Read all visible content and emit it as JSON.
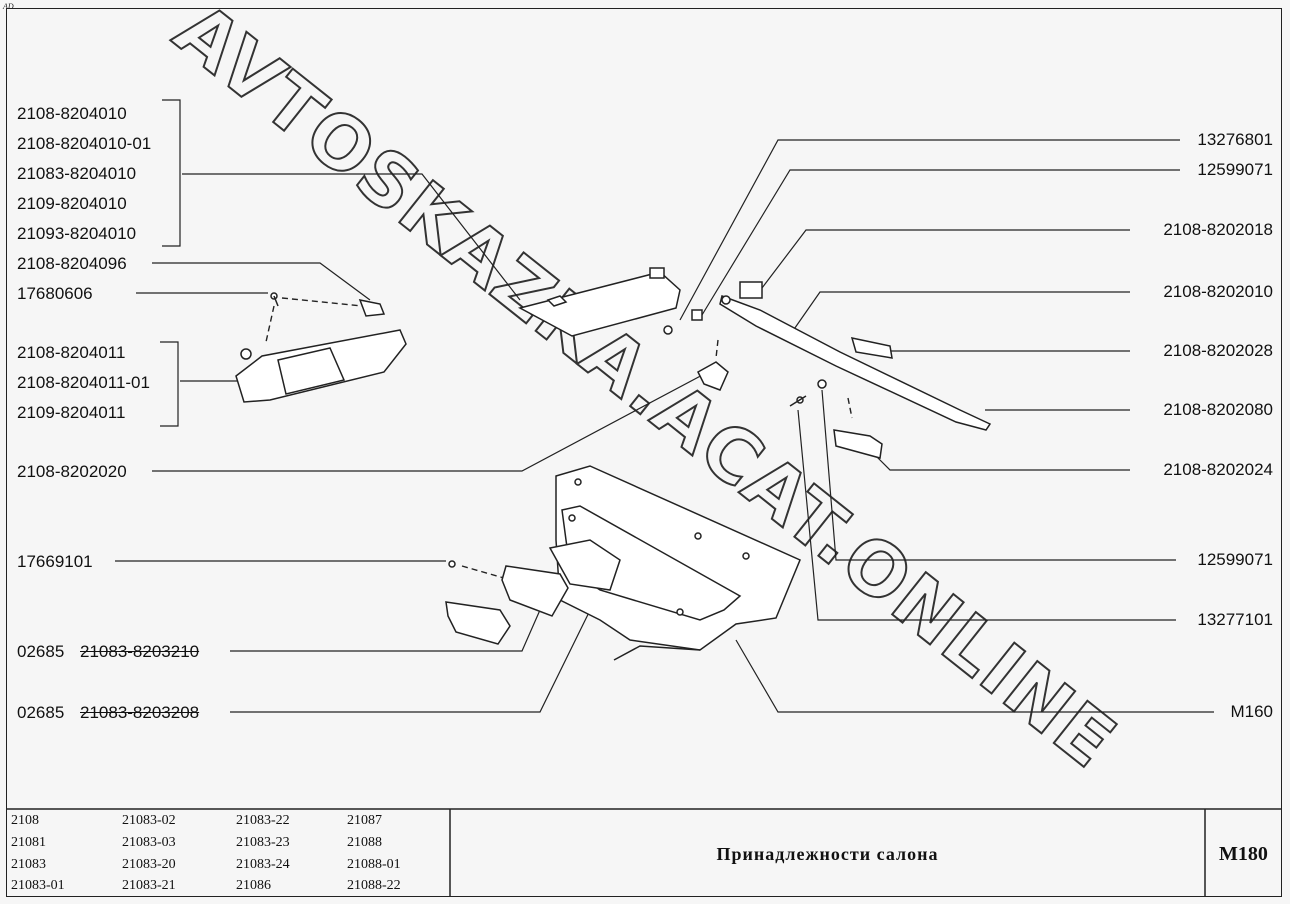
{
  "corner_mark": "AD",
  "watermark": "AVTOSKAZKA.ACAT.ONLINE",
  "callouts_left": {
    "group1": [
      "2108-8204010",
      "2108-8204010-01",
      "21083-8204010",
      "2109-8204010",
      "21093-8204010"
    ],
    "c1": "2108-8204096",
    "c2": "17680606",
    "group2": [
      "2108-8204011",
      "2108-8204011-01",
      "2109-8204011"
    ],
    "c3": "2108-8202020",
    "c4": "17669101",
    "c5_prefix": "02685",
    "c5": "21083-8203210",
    "c6_prefix": "02685",
    "c6": "21083-8203208"
  },
  "callouts_right": [
    "13276801",
    "12599071",
    "2108-8202018",
    "2108-8202010",
    "2108-8202028",
    "2108-8202080",
    "2108-8202024",
    "12599071",
    "13277101",
    "M160"
  ],
  "models": [
    [
      "2108",
      "21081",
      "21083",
      "21083-01"
    ],
    [
      "21083-02",
      "21083-03",
      "21083-20",
      "21083-21"
    ],
    [
      "21083-22",
      "21083-23",
      "21083-24",
      "21086"
    ],
    [
      "21087",
      "21088",
      "21088-01",
      "21088-22"
    ]
  ],
  "title": "Принадлежности салона",
  "section_code": "M180"
}
